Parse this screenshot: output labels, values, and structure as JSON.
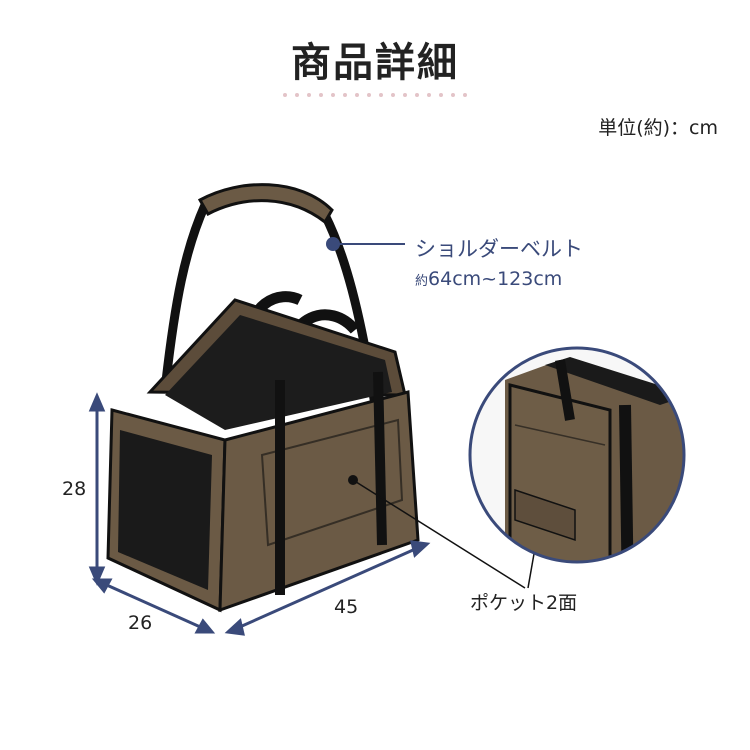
{
  "header": {
    "title": "商品詳細"
  },
  "unit_label": "単位(約)：cm",
  "callouts": {
    "shoulder_belt": {
      "name": "ショルダーベルト",
      "length_prefix": "約",
      "length": "64cm~123cm"
    },
    "pocket": {
      "label": "ポケット2面"
    }
  },
  "dimensions": {
    "height": "28",
    "depth": "26",
    "width": "45"
  },
  "colors": {
    "accent": "#3a4a7a",
    "bag_brown": "#6b5a45",
    "trim": "#1a1a1a",
    "dots": "#e3c4c8"
  }
}
